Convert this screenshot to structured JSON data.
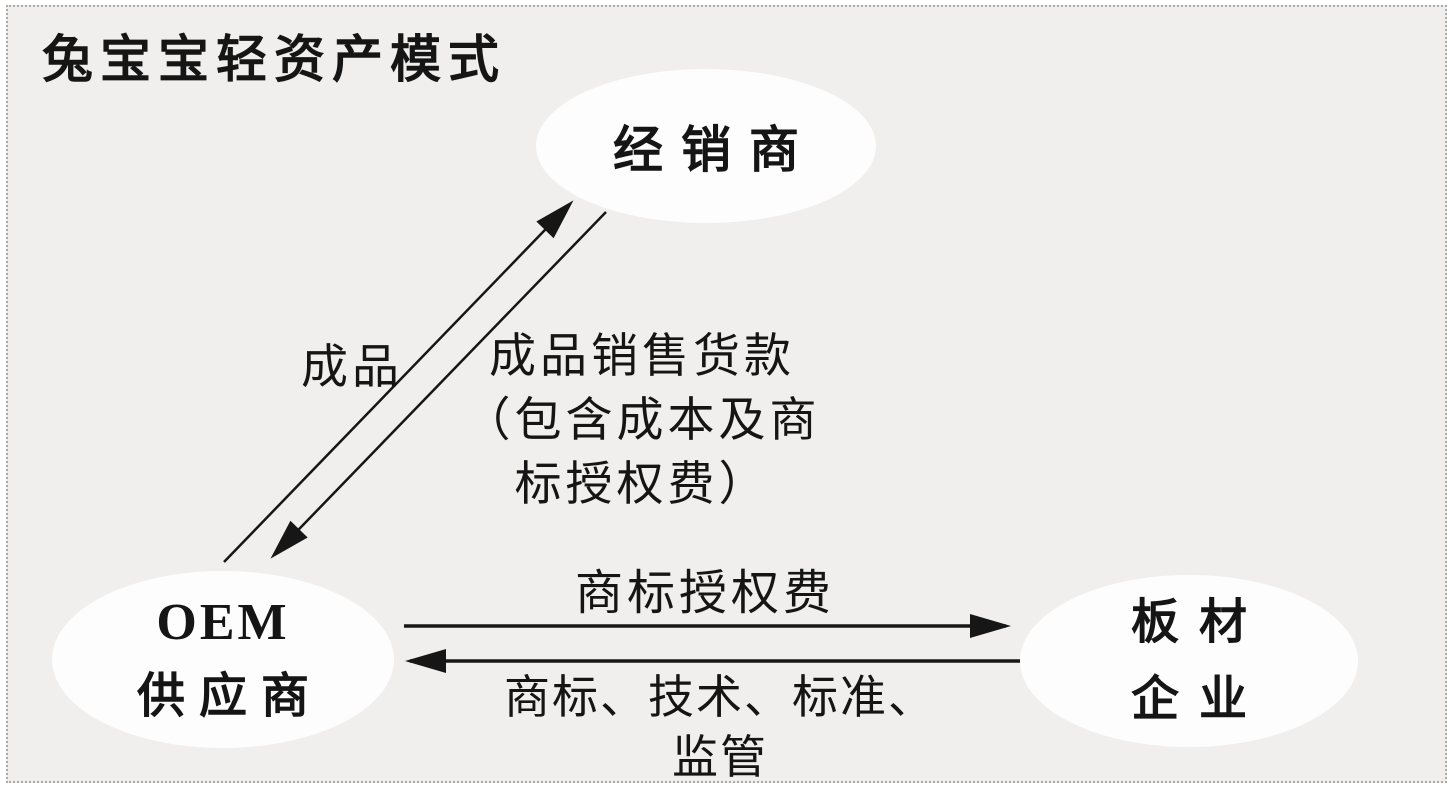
{
  "title": "兔宝宝轻资产模式",
  "colors": {
    "page": "#ffffff",
    "panel-bg": "#f0efee",
    "panel-border": "#ababab",
    "node-fill": "#fdfdfd",
    "ink": "#151515",
    "arrow": "#161616"
  },
  "nodes": {
    "dealer": {
      "label": "经销商"
    },
    "oem": {
      "line1": "OEM",
      "line2": "供应商"
    },
    "board": {
      "line1": "板材",
      "line2": "企业"
    }
  },
  "edges": {
    "finished_goods": {
      "direction": "OEM供应商 → 经销商",
      "label": "成品"
    },
    "sales_payment": {
      "direction": "经销商 → OEM供应商",
      "lines": [
        "成品销售货款",
        "（包含成本及商",
        "标授权费）"
      ]
    },
    "royalty": {
      "direction": "OEM供应商 → 板材企业",
      "label": "商标授权费"
    },
    "services": {
      "direction": "板材企业 → OEM供应商",
      "lines": [
        "商标、技术、标准、",
        "监管"
      ]
    }
  }
}
